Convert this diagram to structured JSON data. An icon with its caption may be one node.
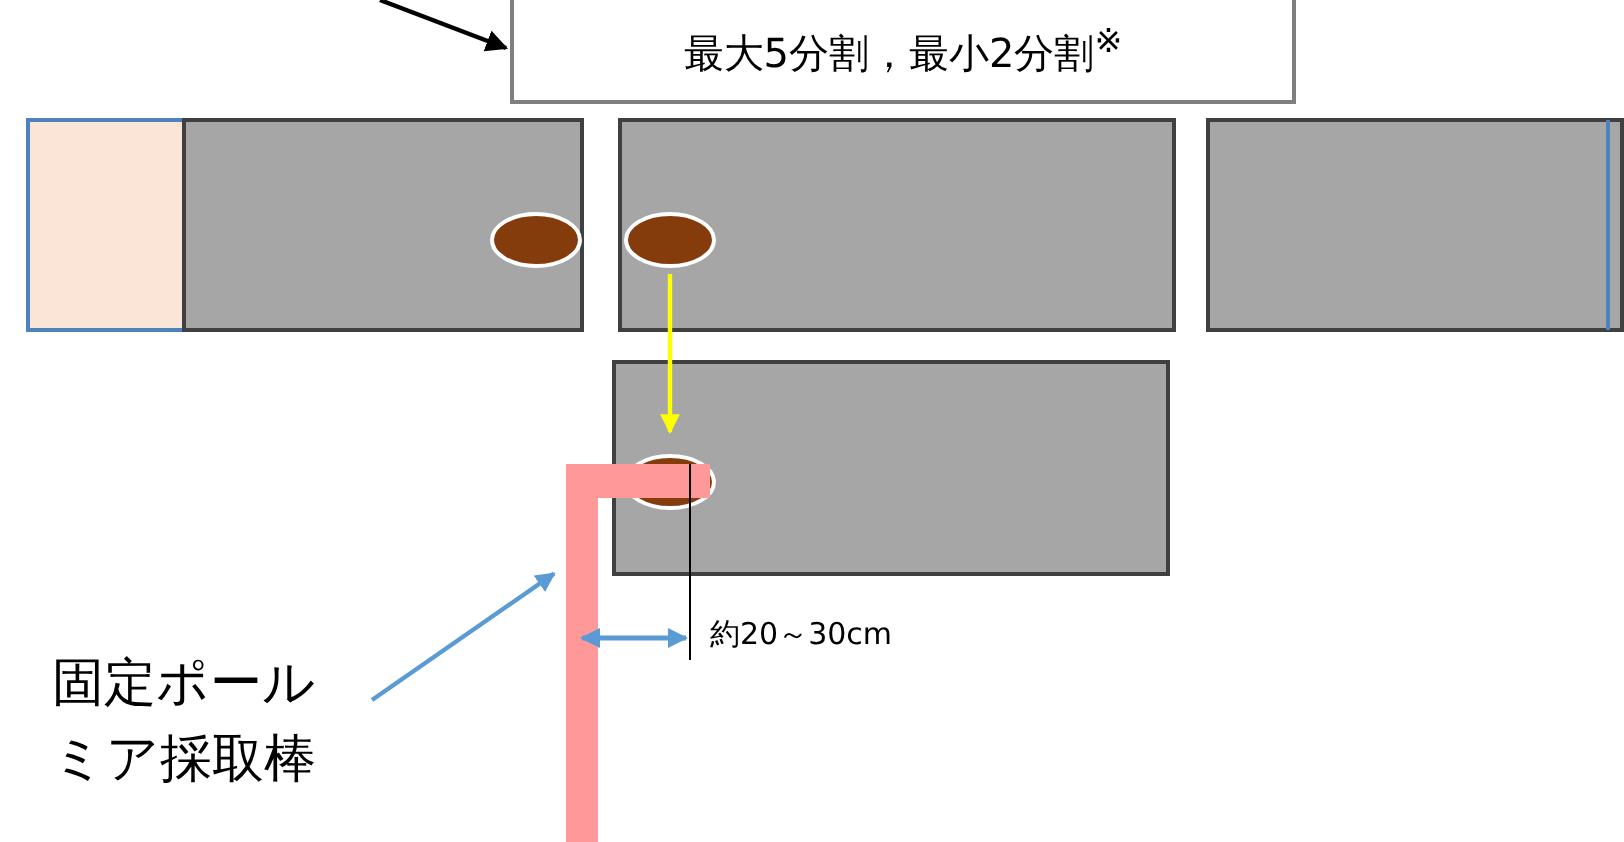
{
  "diagram": {
    "nodes": [
      {
        "text": [
          "最大5分割，最小2分割$^{※}$"
        ]
      },
      {
        "text": [],
        "shape": "box"
      },
      {
        "text": [],
        "shape": "box"
      },
      {
        "text": [],
        "shape": "ellipse",
        "in": 2
      },
      {
        "text": [],
        "shape": "box"
      },
      {
        "text": [],
        "shape": "ellipse",
        "in": 4
      },
      {
        "text": [],
        "shape": "box"
      },
      {
        "text": [],
        "shape": "box"
      },
      {
        "text": [],
        "shape": "ellipse",
        "in": 7
      },
      {
        "text": [
          "固定ポールミア採取棒"
        ]
      },
      {
        "text": [],
        "shape": "bar"
      }
    ],
    "edges": [
      {
        "from": null,
        "to": 0,
        "arrow": "to"
      },
      {
        "from": 9,
        "to": 10,
        "arrow": "to",
        "color": "#5b9bd5"
      },
      {
        "from": 5,
        "to": 8,
        "arrow": "to",
        "color": "#ffff00"
      }
    ],
    "labels": [
      "約20～30cm"
    ]
  }
}
